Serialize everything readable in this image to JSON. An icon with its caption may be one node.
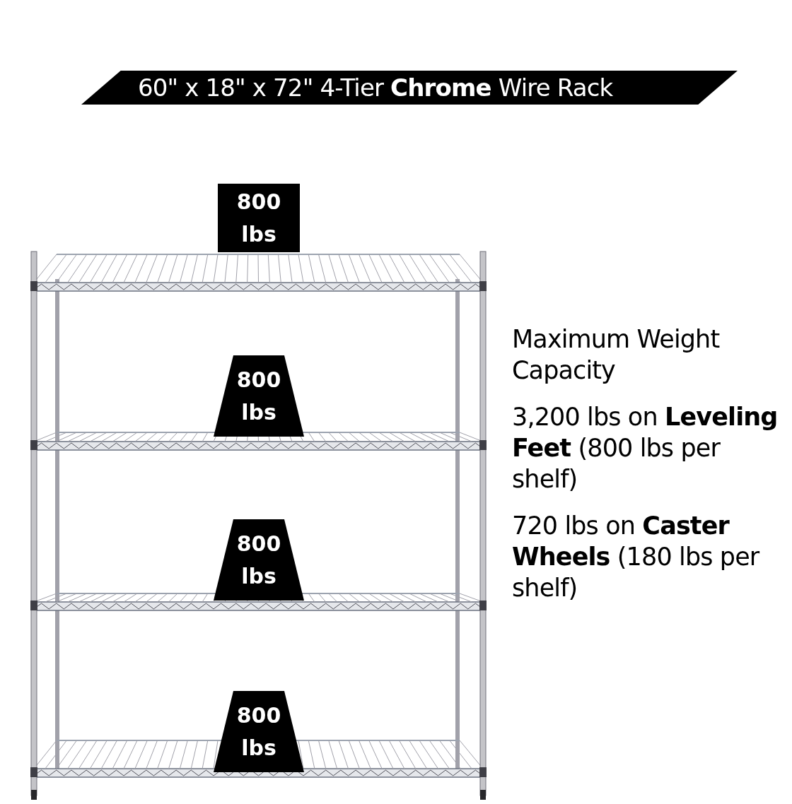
{
  "diagram": {
    "title": "60\" x 18\" x 72\" 4-Tier **Chrome** Wire Rack",
    "nodes": [
      {
        "text": [
          "800 lbs"
        ]
      },
      {
        "text": [
          "800 lbs"
        ]
      },
      {
        "text": [
          "800 lbs"
        ]
      },
      {
        "text": [
          "800 lbs"
        ]
      }
    ],
    "labels": [
      "Maximum Weight Capacity",
      "3,200 lbs on **Leveling Feet** (800 lbs per shelf)",
      "720 lbs on **Caster Wheels** (180 lbs per shelf)"
    ]
  }
}
